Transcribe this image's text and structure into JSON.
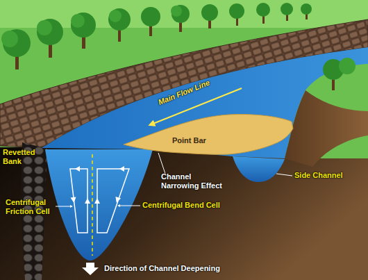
{
  "diagram": {
    "nodes": [
      {
        "text": [
          "Point Bar"
        ]
      }
    ],
    "labels": [
      "Revetted Bank",
      "Main Flow Line",
      "Channel Narrowing Effect",
      "Side Channel",
      "Centrifugal Friction Cell",
      "Centrifugal Bend Cell",
      "Direction of Channel Deepening"
    ]
  }
}
